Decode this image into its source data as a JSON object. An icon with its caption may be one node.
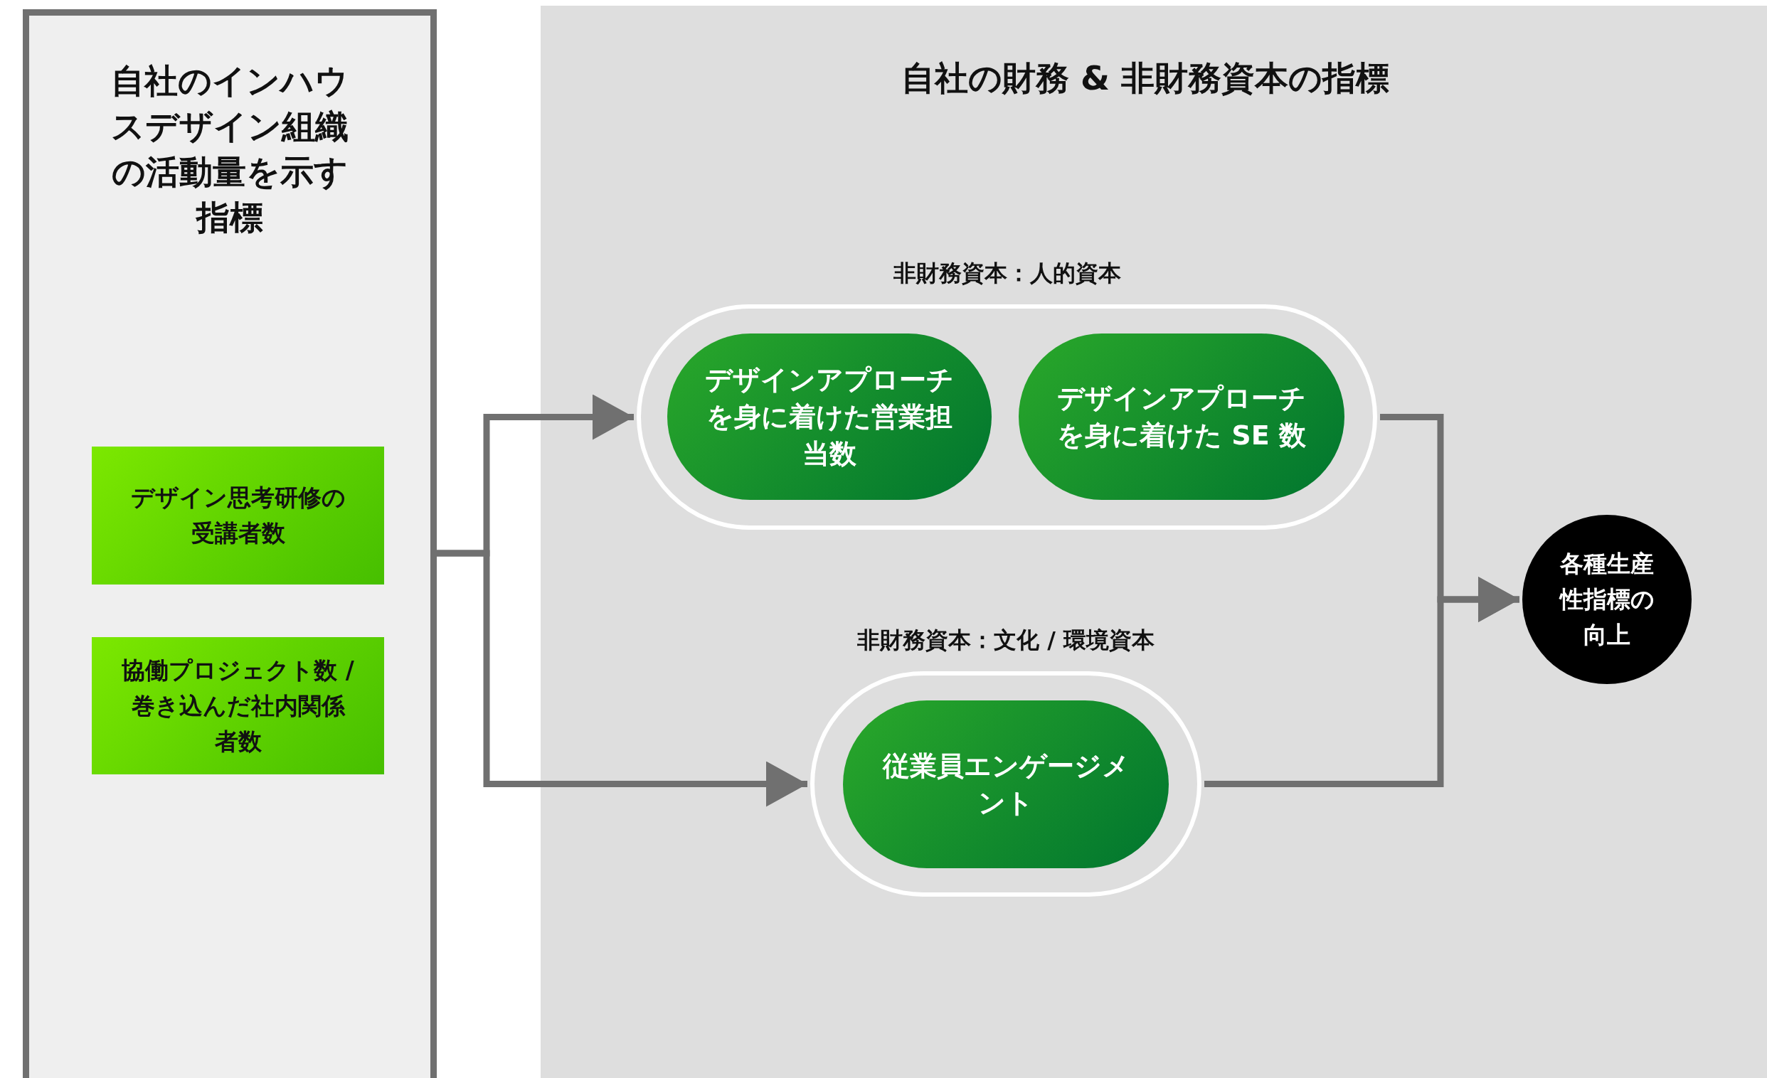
{
  "diagram": {
    "nodes": [
      {
        "text": [
          "自社のインハウスデザイン組織の活動量を示す指標"
        ]
      },
      {
        "text": [
          "デザイン思考研修の受講者数"
        ],
        "in": 0
      },
      {
        "text": [
          "協働プロジェクト数 /巻き込んだ社内関係者数"
        ],
        "in": 0
      },
      {
        "text": [
          "自社の財務 & 非財務資本の指標"
        ]
      },
      {
        "text": [
          "非財務資本：人的資本"
        ],
        "in": 3
      },
      {
        "text": [
          "デザインアプローチを身に着けた営業担当数"
        ],
        "in": 4
      },
      {
        "text": [
          "デザインアプローチを身に着けた SE 数"
        ],
        "in": 4
      },
      {
        "text": [
          "非財務資本：文化 / 環境資本"
        ],
        "in": 3
      },
      {
        "text": [
          "従業員エンゲージメント"
        ],
        "in": 7
      },
      {
        "text": [
          "各種生産性指標の向上"
        ],
        "in": 3
      }
    ],
    "edges": [
      {
        "from": 0,
        "to": 4,
        "arrow": "to"
      },
      {
        "from": 0,
        "to": 7,
        "arrow": "to"
      },
      {
        "from": 4,
        "to": 9,
        "arrow": "to"
      },
      {
        "from": 7,
        "to": 9,
        "arrow": "to"
      }
    ]
  }
}
